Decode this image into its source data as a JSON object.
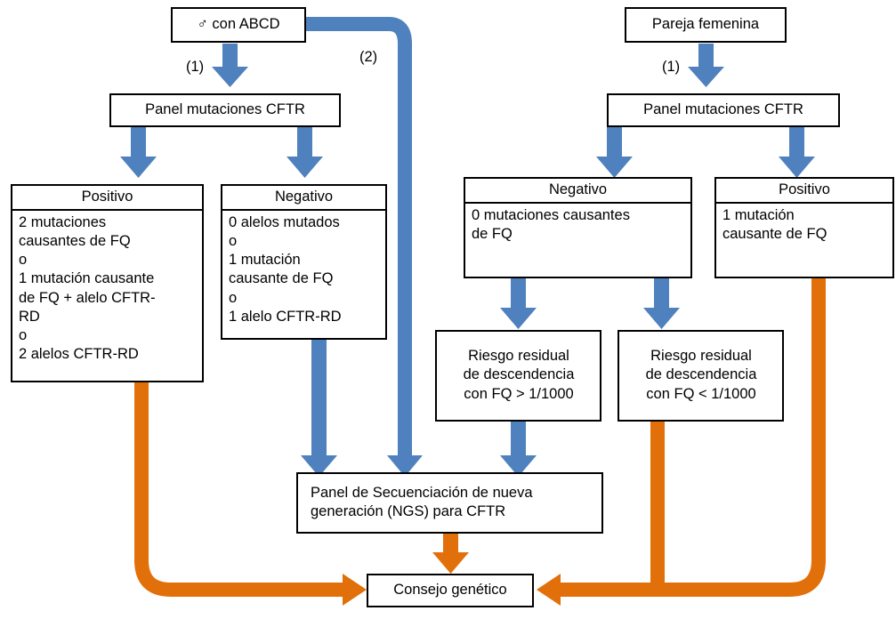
{
  "diagram": {
    "title_visible": false,
    "colors": {
      "blue": "#4E81BD",
      "orange": "#E2700A",
      "box_border": "#000000",
      "background": "#FFFFFF",
      "text": "#000000"
    },
    "nodes": {
      "male_abcd": {
        "label": "♂ con ABCD"
      },
      "female_partner": {
        "label": "Pareja femenina"
      },
      "panel_cftr_male": {
        "label": "Panel mutaciones CFTR"
      },
      "panel_cftr_female": {
        "label": "Panel mutaciones CFTR"
      },
      "male_positive": {
        "title": "Positivo",
        "body": "2 mutaciones\ncausantes de FQ\no\n1 mutación causante\nde FQ + alelo CFTR-\nRD\no\n2 alelos CFTR-RD"
      },
      "male_negative": {
        "title": "Negativo",
        "body": "0 alelos mutados\no\n1 mutación\ncausante de FQ\no\n1 alelo CFTR-RD"
      },
      "female_negative": {
        "title": "Negativo",
        "body": "0 mutaciones causantes\nde FQ"
      },
      "female_positive": {
        "title": "Positivo",
        "body": "1 mutación\ncausante de FQ"
      },
      "residual_risk_high": {
        "body": "Riesgo residual\nde descendencia\ncon FQ > 1/1000"
      },
      "residual_risk_low": {
        "body": "Riesgo residual\nde descendencia\ncon FQ < 1/1000"
      },
      "ngs_panel": {
        "body": "Panel de Secuenciación de nueva\ngeneración (NGS) para CFTR"
      },
      "genetic_counseling": {
        "label": "Consejo genético"
      }
    },
    "edge_labels": {
      "male_step1": "(1)",
      "male_step2": "(2)",
      "female_step1": "(1)"
    }
  }
}
